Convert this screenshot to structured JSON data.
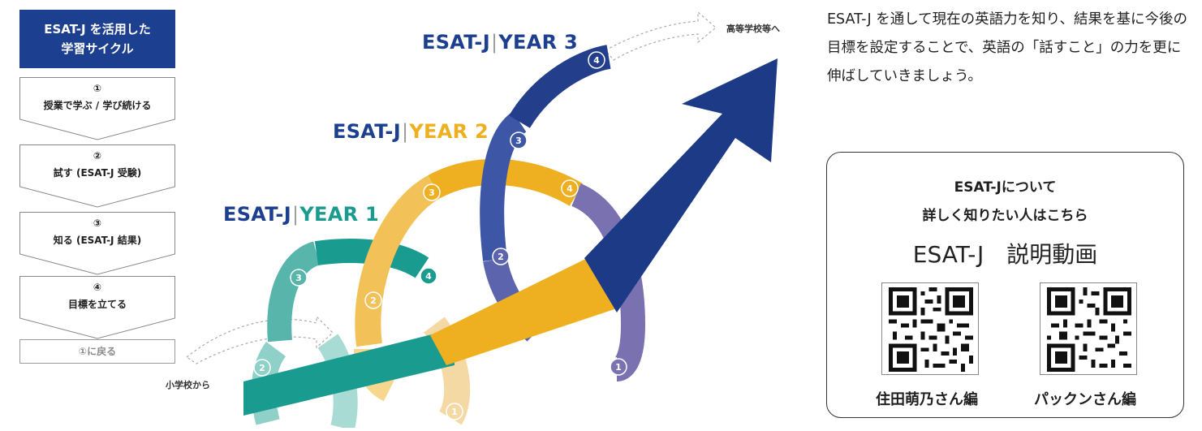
{
  "flow": {
    "header_line1": "ESAT-J を活用した",
    "header_line2": "学習サイクル",
    "steps": [
      {
        "num": "①",
        "label": "授業で学ぶ / 学び続ける"
      },
      {
        "num": "②",
        "label": "試す (ESAT-J 受験)"
      },
      {
        "num": "③",
        "label": "知る (ESAT-J 結果)"
      },
      {
        "num": "④",
        "label": "目標を立てる"
      }
    ],
    "back_label": "①に戻る"
  },
  "diagram": {
    "year1": {
      "prefix": "ESAT-J",
      "sep": "|",
      "year": "YEAR 1"
    },
    "year2": {
      "prefix": "ESAT-J",
      "sep": "|",
      "year": "YEAR 2"
    },
    "year3": {
      "prefix": "ESAT-J",
      "sep": "|",
      "year": "YEAR 3"
    },
    "start_label": "小学校から",
    "end_label": "高等学校等へ",
    "markers": {
      "one": "1",
      "two": "2",
      "three": "3",
      "four": "4"
    }
  },
  "intro": {
    "text": "ESAT-J を通して現在の英語力を知り、結果を基に今後の目標を設定することで、英語の「話すこと」の力を更に伸ばしていきましょう。"
  },
  "info": {
    "title_line1": "ESAT-Jについて",
    "title_line2": "詳しく知りたい人はこちら",
    "video_label": "ESAT-J　説明動画",
    "qr_left_caption": "住田萌乃さん編",
    "qr_right_caption": "パックンさん編"
  },
  "colors": {
    "navy": "#1d3f8f",
    "teal": "#1a9b8f",
    "gold": "#eeb020",
    "purple": "#7a72b0",
    "grey": "#9c9c9c"
  },
  "icons": {
    "dotted_arrow": "dotted-arrow-icon",
    "qr_code": "qr-code-icon",
    "step_number": "numbered-circle-icon"
  }
}
